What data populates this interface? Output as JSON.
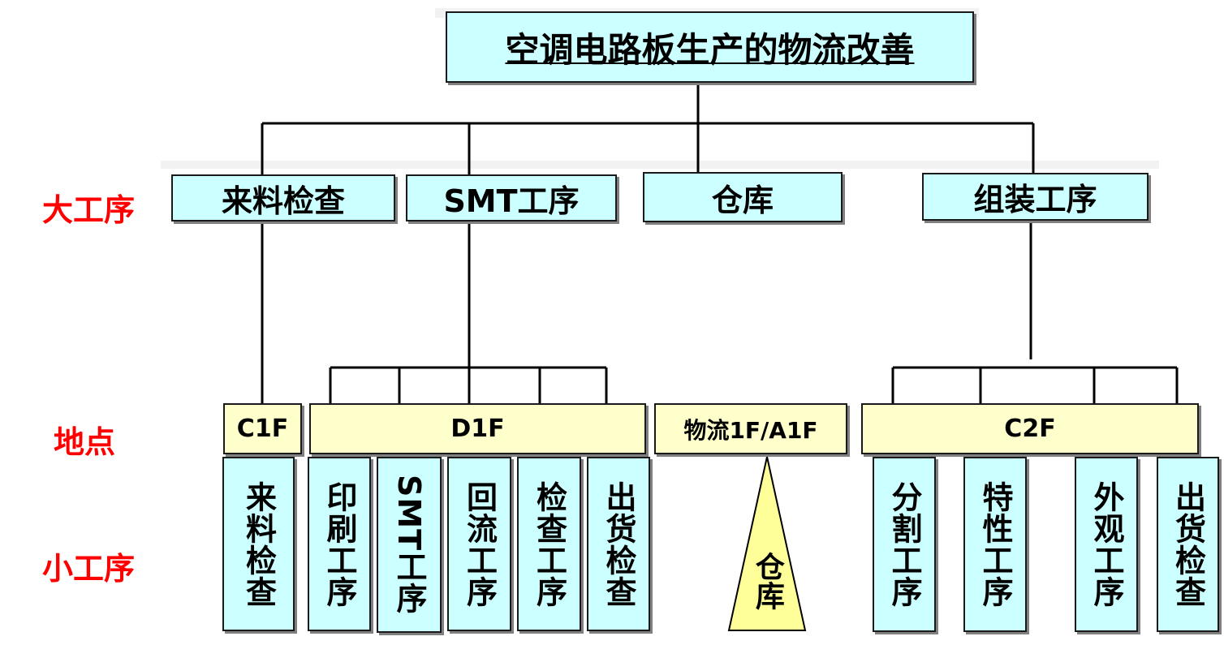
{
  "title": "空调电路板生产的物流改善",
  "row_labels": {
    "major_process": "大工序",
    "location": "地点",
    "minor_process": "小工序"
  },
  "major_processes": [
    "来料检查",
    "SMT工序",
    "仓库",
    "组装工序"
  ],
  "locations": [
    "C1F",
    "D1F",
    "物流1F/A1F",
    "C2F"
  ],
  "minor_processes": {
    "incoming": [
      "来料检查"
    ],
    "smt": [
      "印刷工序",
      "SMT工序",
      "回流工序",
      "检查工序",
      "出货检查"
    ],
    "warehouse": [
      "仓库"
    ],
    "assembly": [
      "分割工序",
      "特性工序",
      "外观工序",
      "出货检查"
    ]
  },
  "colors": {
    "process_box": "#ccffff",
    "location_box": "#ffffcc",
    "row_label": "#ff0000",
    "line": "#000000"
  }
}
